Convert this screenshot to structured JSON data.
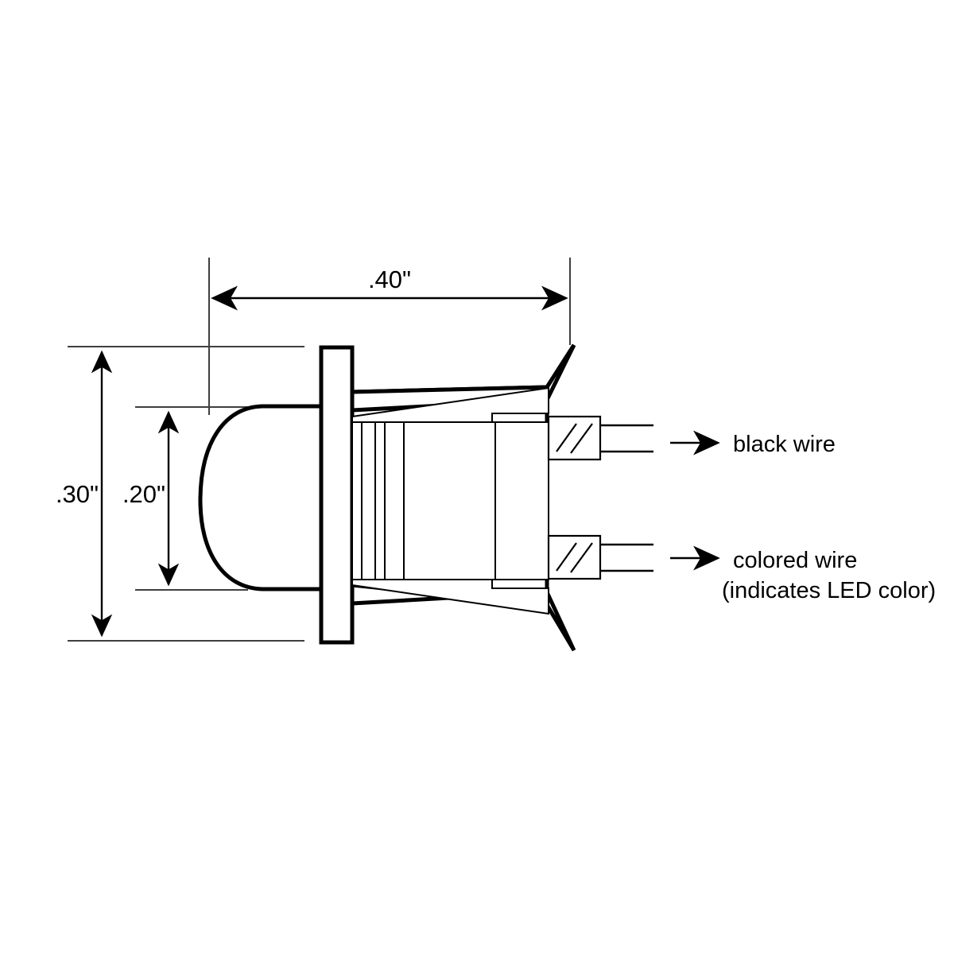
{
  "drawing": {
    "title": "LED Indicator Side View Dimensional Drawing",
    "background_color": "#ffffff",
    "line_color": "#000000",
    "extension_line_color": "#3f3f3f",
    "dimensions": {
      "width": {
        "label": ".40\"",
        "name": "overall-length",
        "orientation": "horizontal"
      },
      "height_overall": {
        "label": ".30\"",
        "name": "flange-height",
        "orientation": "vertical"
      },
      "height_lens": {
        "label": ".20\"",
        "name": "lens-dome-height",
        "orientation": "vertical"
      }
    },
    "callouts": [
      {
        "name": "black-wire",
        "line1": "black wire",
        "line2": ""
      },
      {
        "name": "colored-wire",
        "line1": "colored wire",
        "line2": "(indicates LED color)"
      }
    ],
    "parts": {
      "lens_dome": "lens-dome",
      "mounting_flange": "mounting-flange",
      "body_housing": "body-housing",
      "inner_frame": "inner-frame",
      "terminal_upper": "terminal-crimp-upper",
      "terminal_lower": "terminal-crimp-lower",
      "wire_upper": "wire-lead-upper",
      "wire_lower": "wire-lead-lower"
    }
  }
}
